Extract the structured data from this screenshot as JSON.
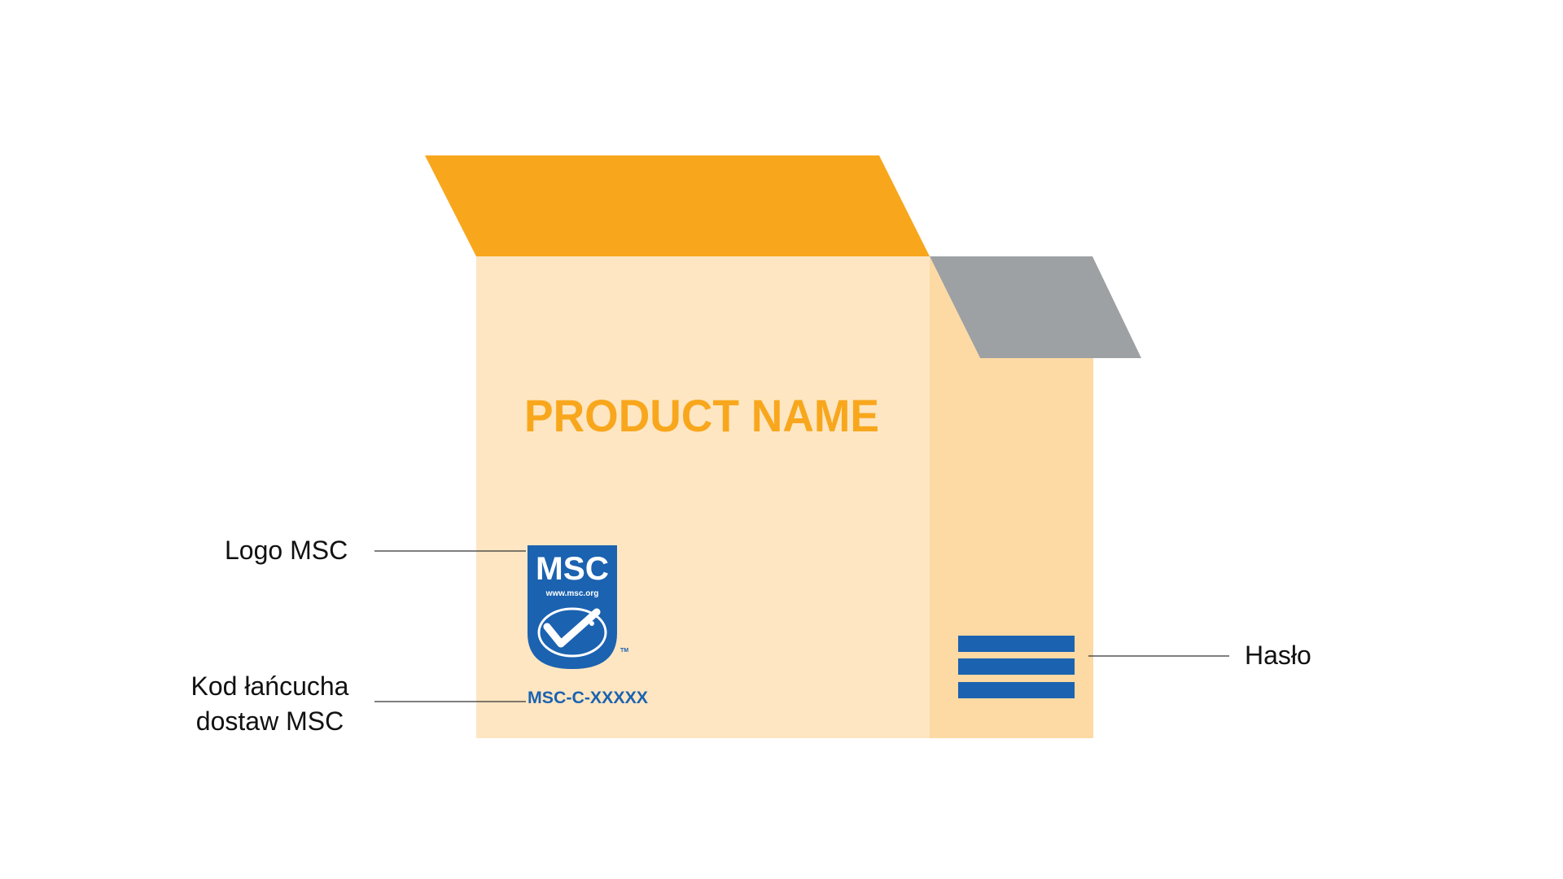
{
  "box": {
    "product_name": "PRODUCT NAME",
    "chain_code": "MSC-C-XXXXX",
    "colors": {
      "front_panel": "#FEE6C2",
      "side_panel": "#FDD9A4",
      "front_flap": "#F8A71D",
      "side_flap": "#9DA1A4",
      "stripes": "#1B62B0",
      "product_name": "#F8A71D"
    }
  },
  "msc_logo": {
    "text": "MSC",
    "url": "www.msc.org",
    "trademark": "TM",
    "color": "#1B62B0",
    "icon": "fish-checkmark-icon"
  },
  "labels": {
    "logo": "Logo MSC",
    "chain_code_line1": "Kod łańcucha",
    "chain_code_line2": "dostaw MSC",
    "slogan": "Hasło"
  },
  "colors": {
    "leader_line": "#333333",
    "label_text": "#111111"
  }
}
